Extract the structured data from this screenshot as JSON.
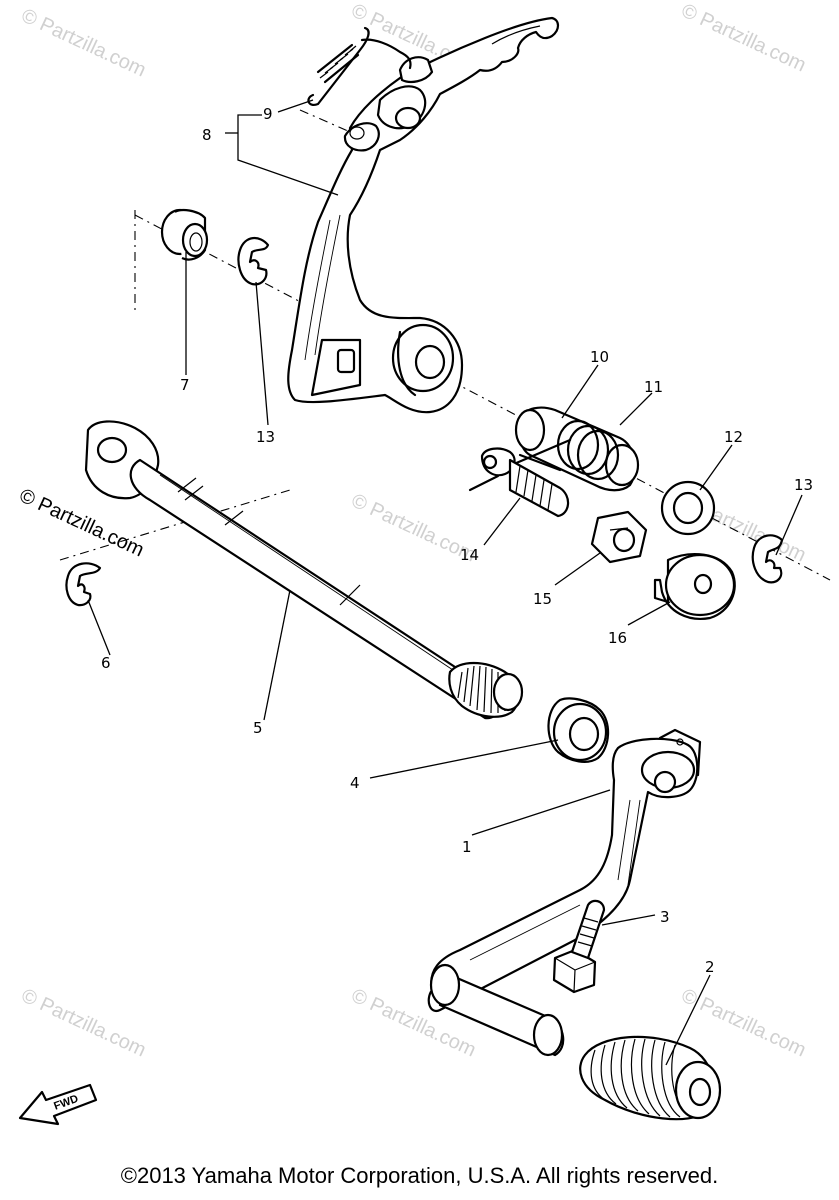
{
  "watermark": "© Partzilla.com",
  "fwd_label": "FWD",
  "copyright": "©2013 Yamaha Motor Corporation, U.S.A. All rights reserved.",
  "callouts": {
    "c1": "1",
    "c2": "2",
    "c3": "3",
    "c4": "4",
    "c5": "5",
    "c6": "6",
    "c7": "7",
    "c8": "8",
    "c9": "9",
    "c10": "10",
    "c11": "11",
    "c12": "12",
    "c13a": "13",
    "c13b": "13",
    "c14": "14",
    "c15": "15",
    "c16": "16"
  }
}
